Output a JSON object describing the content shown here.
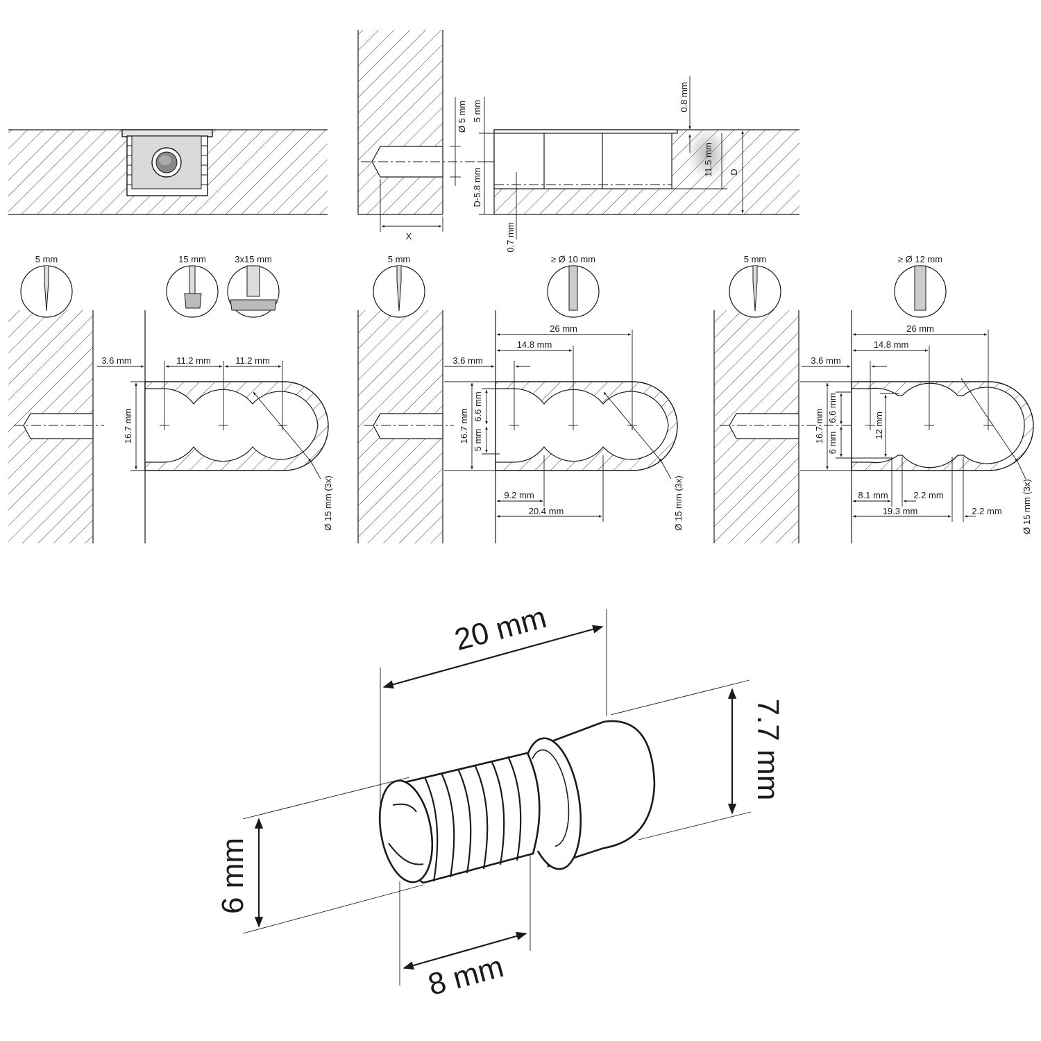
{
  "top_view": {
    "label_x": "X",
    "label_d": "D",
    "label_d_minus": "D-5.8 mm",
    "dia_5": "Ø 5 mm",
    "off_5": "5 mm",
    "depth_08": "0.8 mm",
    "depth_115": "11.5 mm",
    "depth_07": "0.7 mm"
  },
  "variant_a": {
    "bit_small": "5 mm",
    "bit_mid": "15 mm",
    "bit_triple": "3x15 mm",
    "d_left": "3.6 mm",
    "d_pitch1": "11.2 mm",
    "d_pitch2": "11.2 mm",
    "d_height": "16.7 mm",
    "d_dia": "Ø 15 mm (3x)"
  },
  "variant_b": {
    "bit_small": "5 mm",
    "bit_big": "≥ Ø 10 mm",
    "d_26": "26 mm",
    "d_148": "14.8 mm",
    "d_left": "3.6 mm",
    "d_height": "16.7 mm",
    "d_66": "6.6 mm",
    "d_5": "5 mm",
    "d_92": "9.2 mm",
    "d_204": "20.4 mm",
    "d_dia": "Ø 15 mm (3x)"
  },
  "variant_c": {
    "bit_small": "5 mm",
    "bit_big": "≥ Ø 12 mm",
    "d_26": "26 mm",
    "d_148": "14.8 mm",
    "d_left": "3.6 mm",
    "d_height": "16.7 mm",
    "d_66": "6.6 mm",
    "d_6": "6 mm",
    "d_12": "12 mm",
    "d_81": "8.1 mm",
    "d_22a": "2.2 mm",
    "d_193": "19.3 mm",
    "d_22b": "2.2 mm",
    "d_dia": "Ø 15 mm (3x)"
  },
  "bolt": {
    "length": "20 mm",
    "head_dia": "7.7 mm",
    "thread_dia": "6 mm",
    "thread_len": "8 mm"
  }
}
